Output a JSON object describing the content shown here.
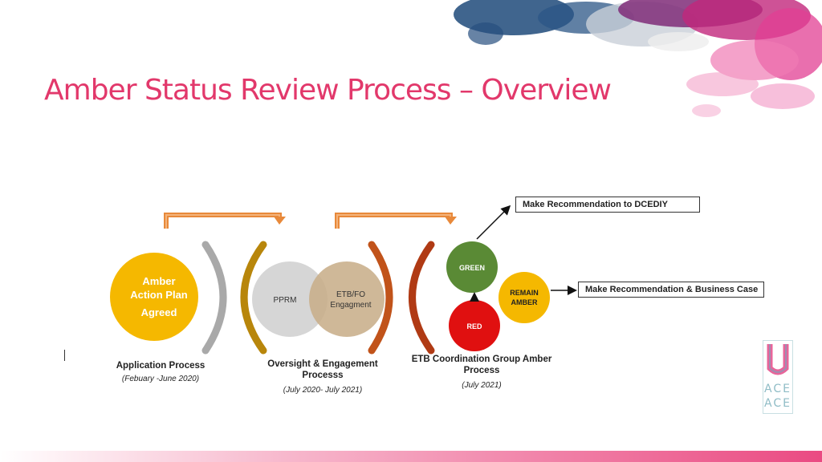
{
  "slide": {
    "title": "Amber Status Review Process – Overview"
  },
  "stages": {
    "application": {
      "circle_text": [
        "Amber",
        "Action Plan",
        "Agreed"
      ],
      "label": "Application Process",
      "date": "(Febuary -June 2020)"
    },
    "oversight": {
      "circle_left": "PPRM",
      "circle_right": [
        "ETB/FO",
        "Engagment"
      ],
      "label": [
        "Oversight & Engagement",
        "Processs"
      ],
      "date": "(July 2020- July 2021)"
    },
    "etb": {
      "green": "GREEN",
      "red": "RED",
      "amber": [
        "REMAIN",
        "AMBER"
      ],
      "label": [
        "ETB Coordination Group Amber",
        "Process"
      ],
      "date": "(July 2021)"
    }
  },
  "recommendations": {
    "green": "Make Recommendation to DCEDIY",
    "amber": "Make Recommendation & Business Case"
  },
  "logo": {
    "text": [
      "ACE",
      "ACE"
    ]
  },
  "colors": {
    "title": "#e2386b",
    "amber": "#f5b800",
    "green": "#5a8a35",
    "red": "#e01010",
    "grey": "#d6d6d6",
    "tan": "#c8ae8a",
    "arc_grey": "#a9a9a9",
    "arc_gold": "#b8860b",
    "arc_orange": "#c1531a",
    "arc_red": "#b03a14",
    "arrow": "#e8893a"
  }
}
